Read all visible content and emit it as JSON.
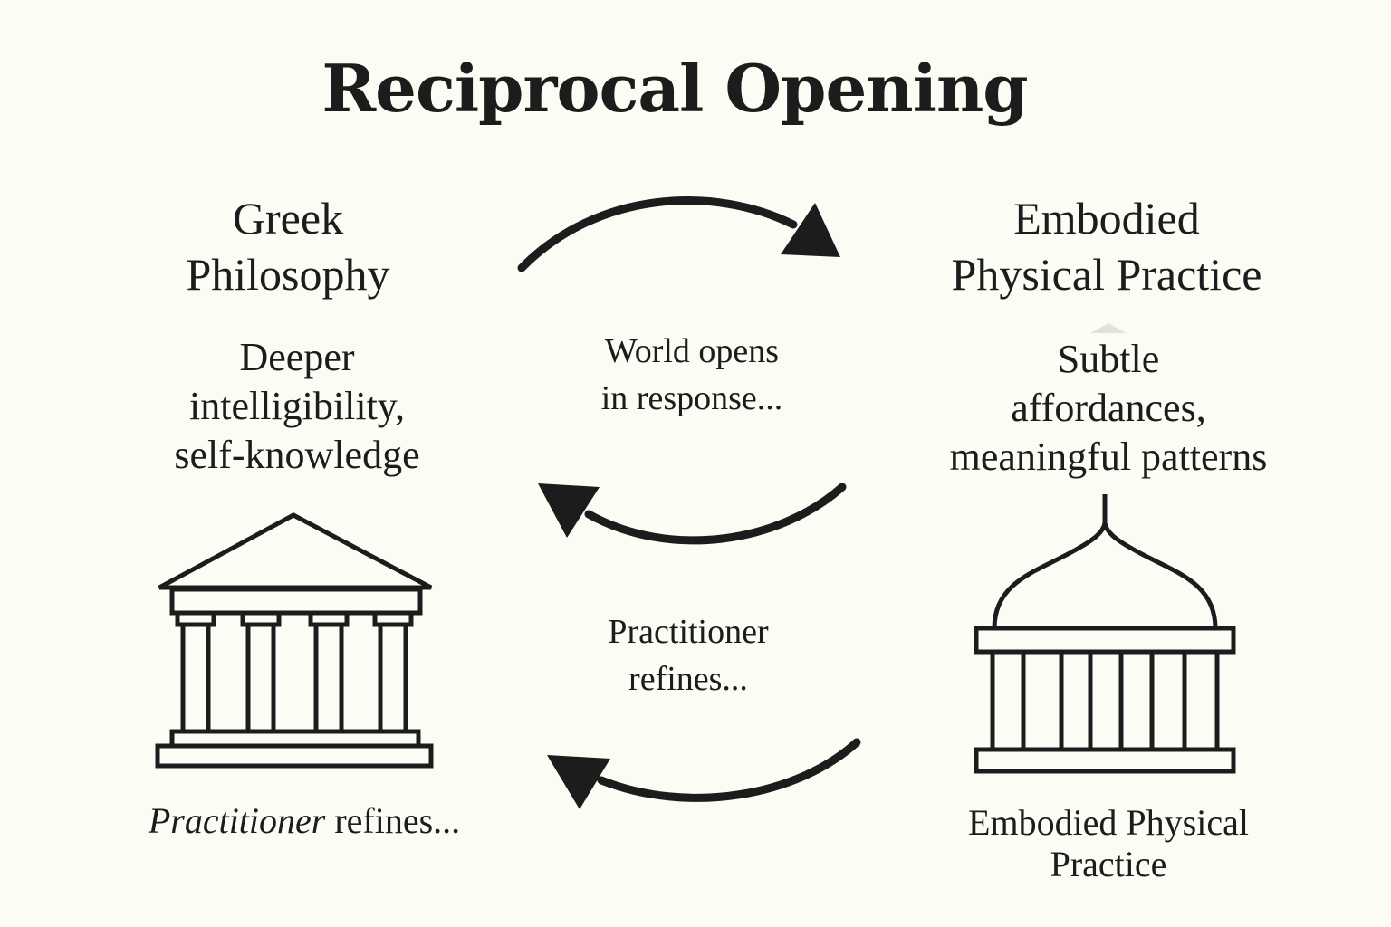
{
  "title": "Reciprocal Opening",
  "left": {
    "heading_lines": [
      "Greek",
      "Philosophy"
    ],
    "sub_lines": [
      "Deeper",
      "intelligibility,",
      "self-knowledge"
    ],
    "icon": "greek-temple-icon",
    "caption_italic": "Practitioner",
    "caption_rest": " refines..."
  },
  "right": {
    "heading_lines": [
      "Embodied",
      "Physical Practice"
    ],
    "sub_lines": [
      "Subtle",
      "affordances,",
      "meaningful patterns"
    ],
    "icon": "domed-pavilion-icon",
    "caption_lines": [
      "Embodied Physical",
      "Practice"
    ]
  },
  "center": {
    "upper_lines": [
      "World opens",
      "in response..."
    ],
    "lower_lines": [
      "Practitioner",
      "refines..."
    ]
  },
  "colors": {
    "background": "#fcfbf4",
    "ink": "#1c1c1c"
  }
}
